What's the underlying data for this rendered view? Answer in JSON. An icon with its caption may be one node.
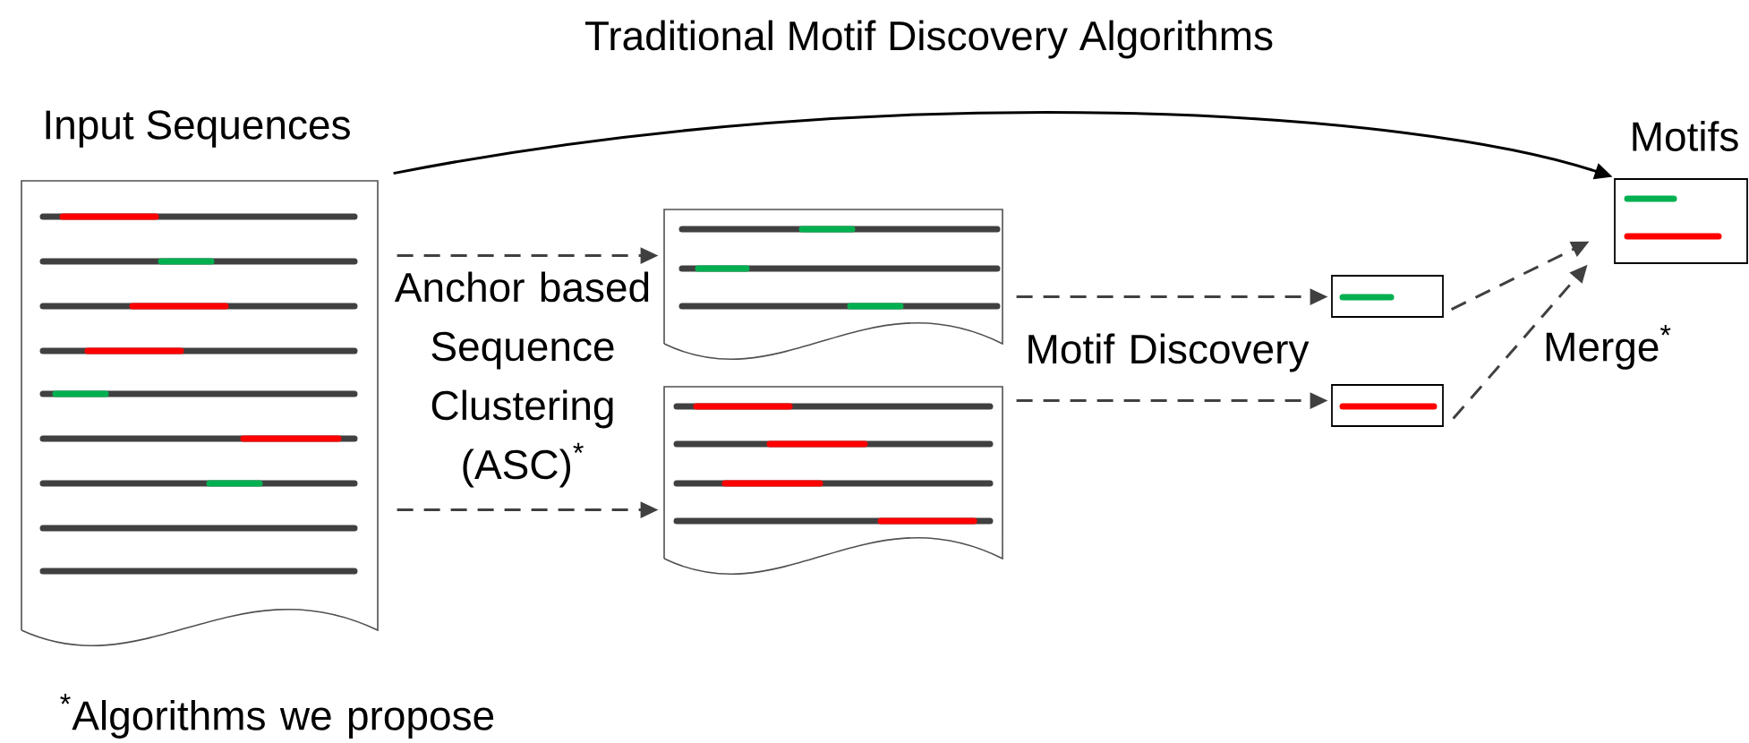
{
  "diagram": {
    "nodes": [
      {
        "text": [
          "Input Sequences"
        ]
      },
      {
        "text": [],
        "shape": "document"
      },
      {
        "text": [],
        "shape": "document"
      },
      {
        "text": [],
        "shape": "box"
      },
      {
        "text": [],
        "shape": "box"
      },
      {
        "text": [
          "Motifs"
        ]
      }
    ],
    "edges": [
      {
        "from": 0,
        "to": 5,
        "arrow": "to",
        "label": "Traditional Motif Discovery Algorithms",
        "color": "#000000"
      },
      {
        "from": 0,
        "to": 1,
        "arrow": "to",
        "style": "dashed"
      },
      {
        "from": 0,
        "to": 2,
        "arrow": "to",
        "style": "dashed"
      },
      {
        "from": 1,
        "to": 3,
        "arrow": "to",
        "style": "dashed"
      },
      {
        "from": 2,
        "to": 4,
        "arrow": "to",
        "style": "dashed"
      },
      {
        "from": 3,
        "to": 5,
        "arrow": "to",
        "style": "dashed"
      },
      {
        "from": 4,
        "to": 5,
        "arrow": "to",
        "style": "dashed"
      }
    ],
    "labels": [
      "Anchor based Sequence Clustering (ASC)$^{*}$",
      "Motif Discovery",
      "Merge$^{*}$",
      "$^{*}$Algorithms we propose"
    ]
  }
}
